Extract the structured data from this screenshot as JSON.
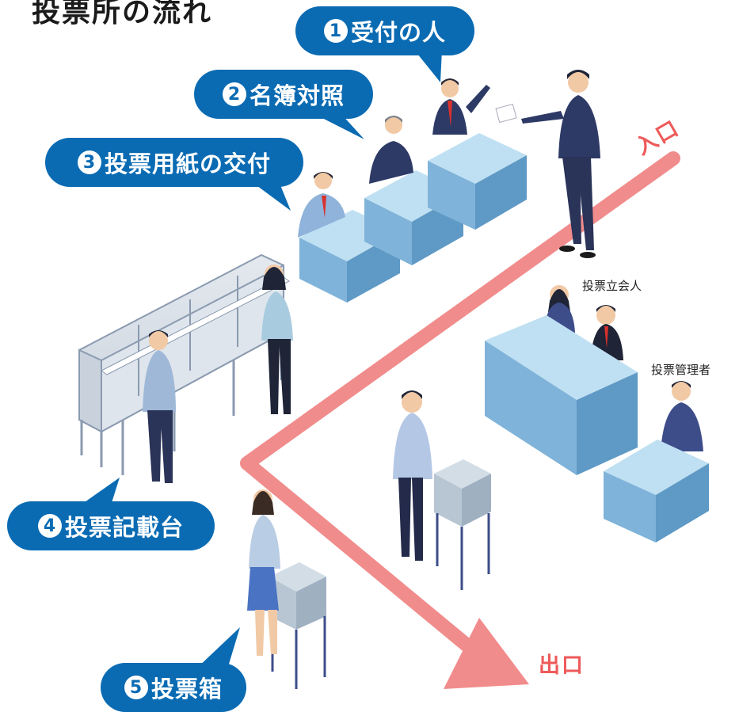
{
  "title": "投票所の流れ",
  "colors": {
    "bubble": "#0a6bb3",
    "path": "#f18c8c",
    "path_text": "#ee5a5a",
    "desk_top": "#bfe0f2",
    "desk_front": "#7fb3d9",
    "desk_side": "#5f99c5",
    "booth_panel": "#d6dde6",
    "suit_dark": "#2e3a66"
  },
  "steps": [
    {
      "num": "1",
      "label": "受付の人"
    },
    {
      "num": "2",
      "label": "名簿対照"
    },
    {
      "num": "3",
      "label": "投票用紙の交付"
    },
    {
      "num": "4",
      "label": "投票記載台"
    },
    {
      "num": "5",
      "label": "投票箱"
    }
  ],
  "roles": {
    "witness": "投票立会人",
    "manager": "投票管理者"
  },
  "path": {
    "entrance": "入口",
    "exit": "出口"
  }
}
